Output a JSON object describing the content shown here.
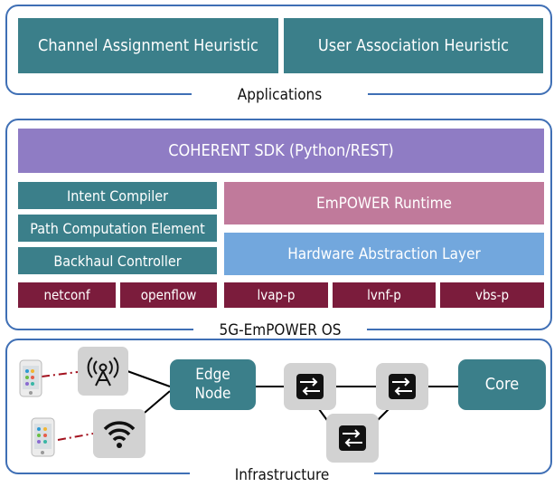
{
  "applications": {
    "label": "Applications",
    "items": [
      "Channel Assignment Heuristic",
      "User Association Heuristic"
    ]
  },
  "os": {
    "label": "5G-EmPOWER OS",
    "sdk": "COHERENT SDK (Python/REST)",
    "left_stack": [
      "Intent Compiler",
      "Path Computation Element",
      "Backhaul Controller"
    ],
    "runtime": "EmPOWER Runtime",
    "hal": "Hardware Abstraction Layer",
    "protocols": [
      "netconf",
      "openflow",
      "lvap-p",
      "lvnf-p",
      "vbs-p"
    ]
  },
  "infrastructure": {
    "label": "Infrastructure",
    "edge_node": [
      "Edge",
      "Node"
    ],
    "core": "Core"
  },
  "colors": {
    "frame": "#3f6fb5",
    "teal": "#3b7f8a",
    "purple": "#8f7cc4",
    "pink": "#c07a9b",
    "blue": "#72a7dd",
    "wine": "#7b1c3c",
    "dashed_link": "#a3121f"
  },
  "icons": [
    "smartphone-icon",
    "lte-antenna-icon",
    "wifi-icon",
    "switch-icon"
  ]
}
